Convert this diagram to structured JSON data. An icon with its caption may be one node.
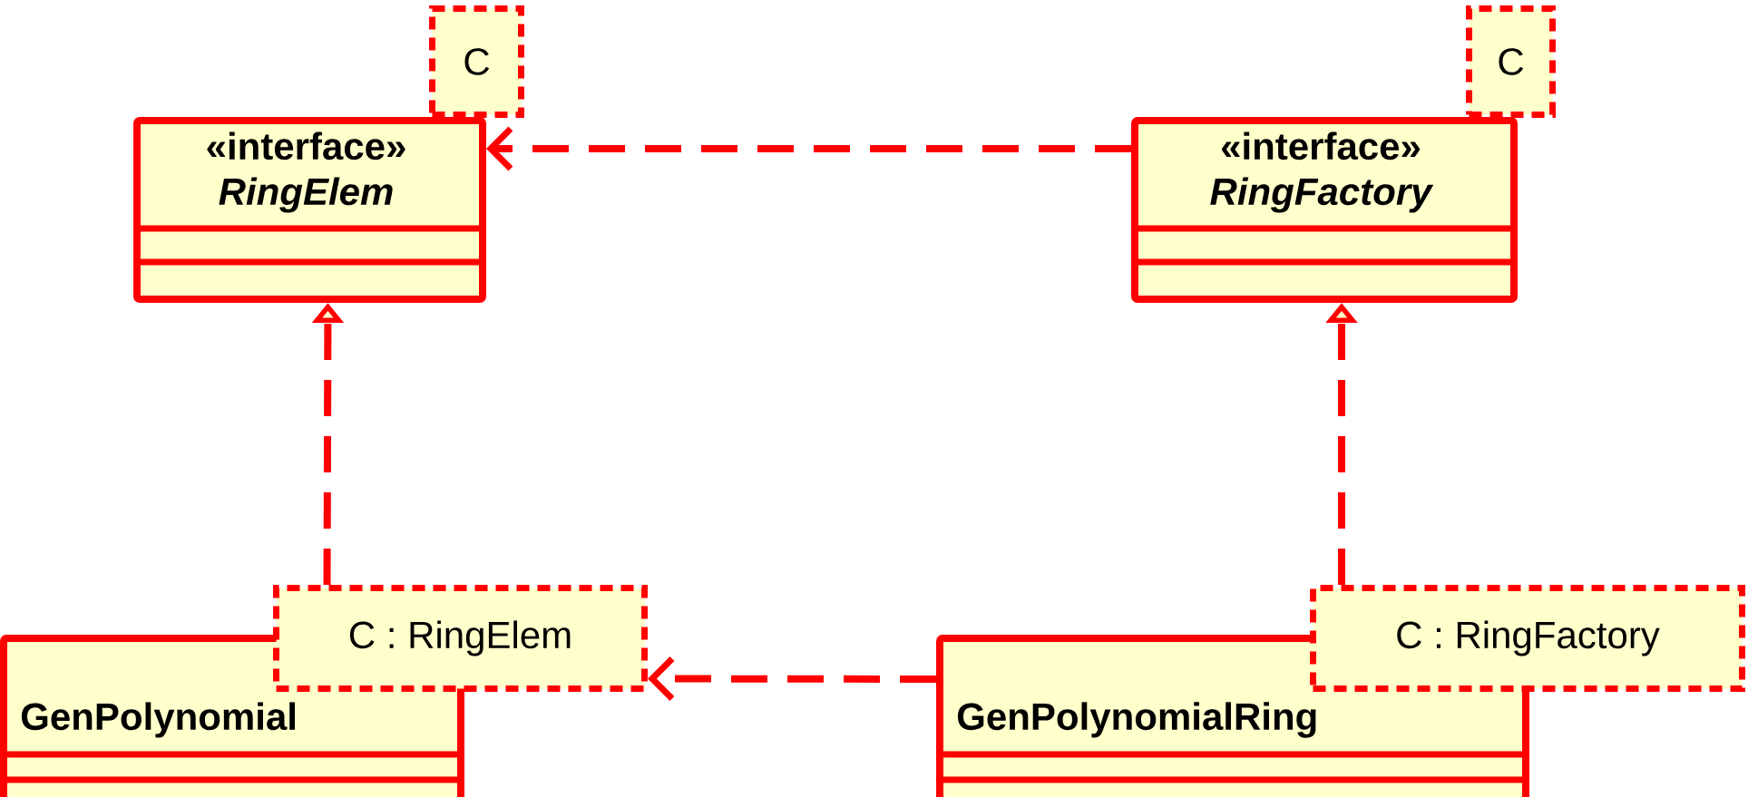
{
  "diagram": {
    "nodes": [
      {
        "text": [
          "«interface»",
          "RingElem"
        ]
      },
      {
        "text": [
          "C"
        ]
      },
      {
        "text": [
          "«interface»",
          "RingFactory"
        ]
      },
      {
        "text": [
          "C"
        ]
      },
      {
        "text": [
          "GenPolynomial"
        ]
      },
      {
        "text": [
          "C : RingElem"
        ]
      },
      {
        "text": [
          "GenPolynomialRing"
        ]
      },
      {
        "text": [
          "C : RingFactory"
        ]
      }
    ],
    "edges": [
      {
        "from": 2,
        "to": 0,
        "arrow": "to",
        "style": "dashed"
      },
      {
        "from": 5,
        "to": 0,
        "arrow": "to",
        "style": "dashed"
      },
      {
        "from": 7,
        "to": 2,
        "arrow": "to",
        "style": "dashed"
      },
      {
        "from": 6,
        "to": 5,
        "arrow": "to",
        "style": "dashed"
      }
    ]
  }
}
